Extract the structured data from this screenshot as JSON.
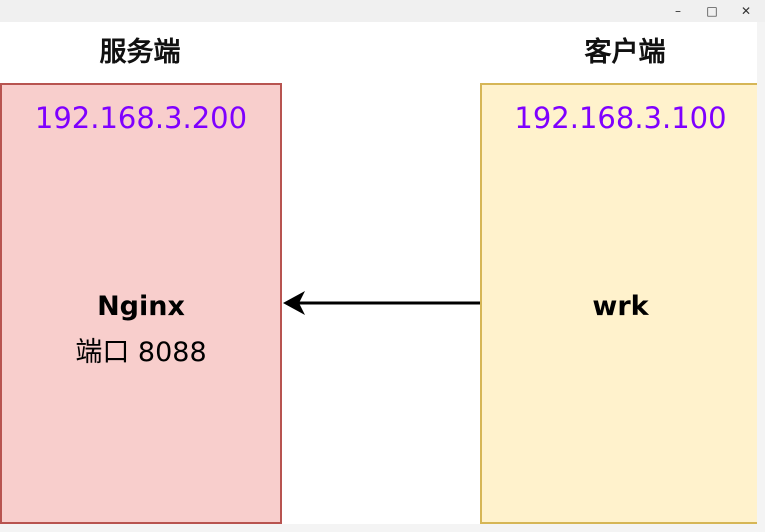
{
  "window": {
    "minimize_glyph": "–",
    "maximize_glyph": "□",
    "close_glyph": "✕"
  },
  "diagram": {
    "server": {
      "heading": "服务端",
      "ip": "192.168.3.200",
      "name": "Nginx",
      "port_label": "端口 8088"
    },
    "client": {
      "heading": "客户端",
      "ip": "192.168.3.100",
      "name": "wrk"
    }
  },
  "colors": {
    "server_fill": "#f8cecc",
    "server_border": "#b85450",
    "client_fill": "#fff2cc",
    "client_border": "#d6b656",
    "ip_text": "#7f00ff",
    "arrow": "#000000"
  }
}
